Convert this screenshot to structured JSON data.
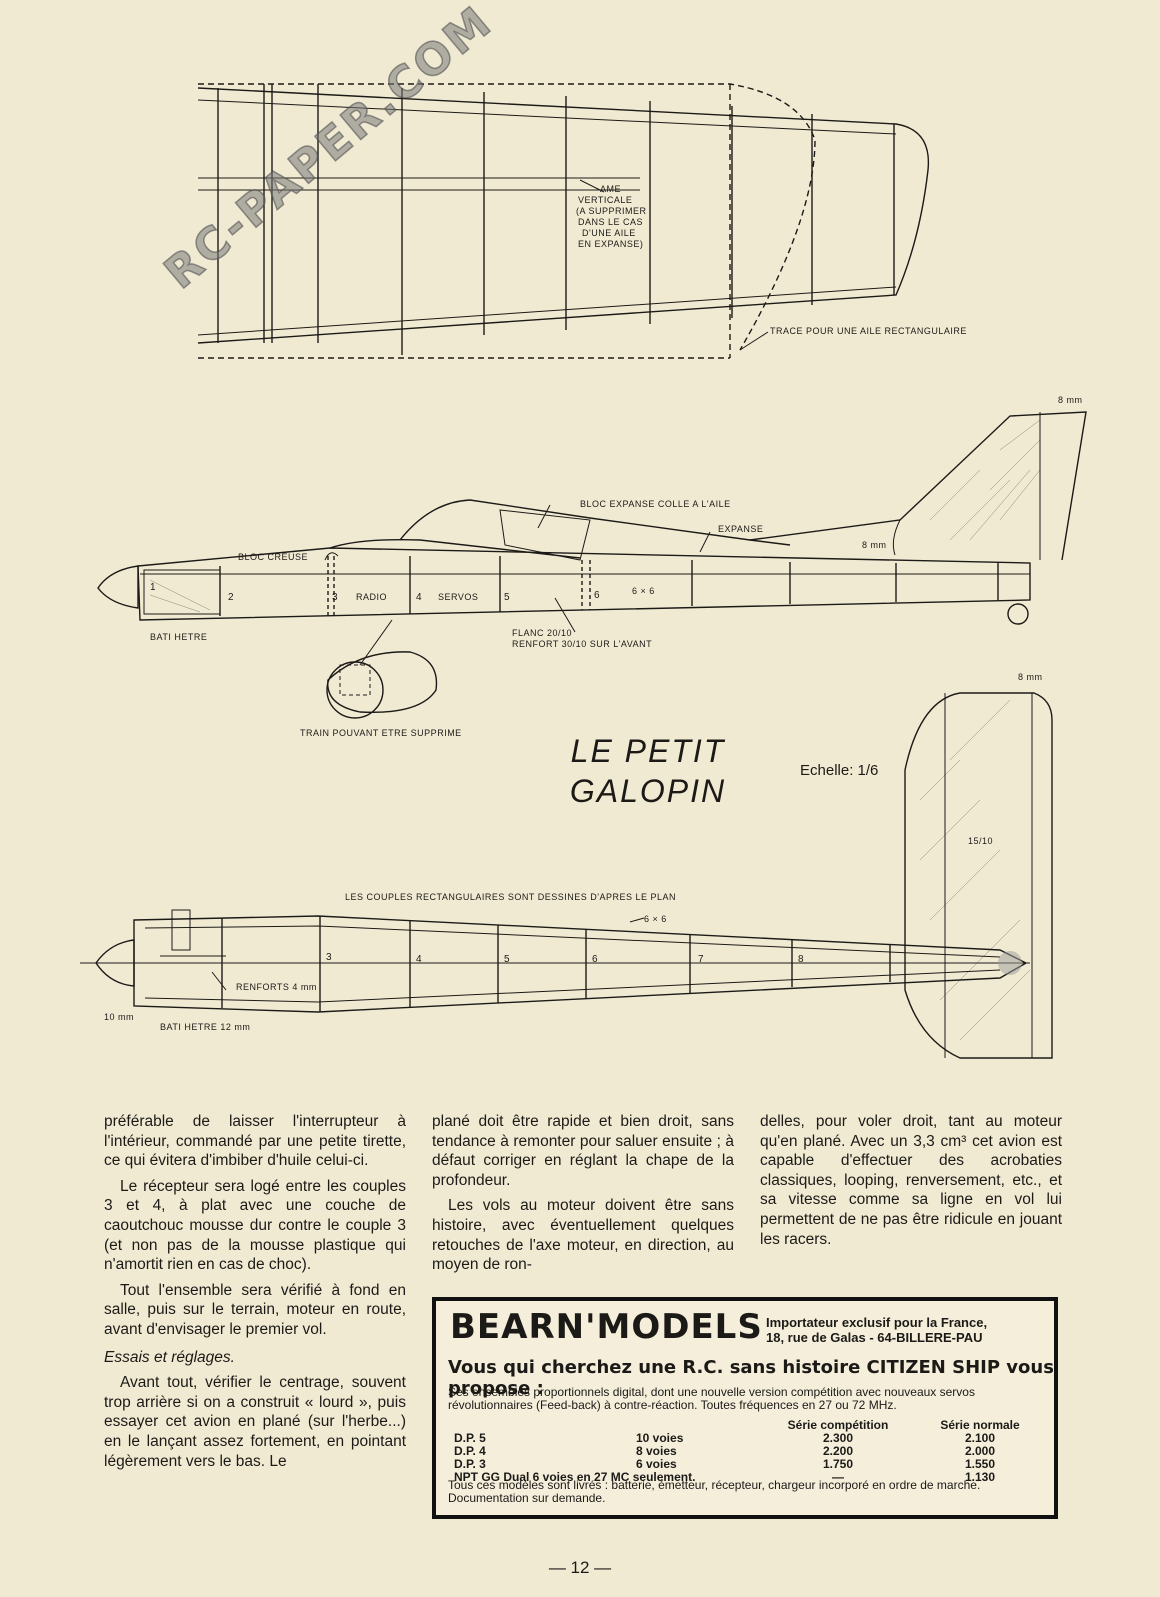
{
  "watermark": "RC-PAPER.COM",
  "labels": {
    "ame": [
      "AME",
      "VERTICALE",
      "(A SUPPRIMER",
      "DANS LE CAS",
      "D'UNE AILE",
      "EN EXPANSE)"
    ],
    "trace": "TRACE POUR UNE AILE RECTANGULAIRE",
    "mm8_top": "8 mm",
    "bloc_expanse": "BLOC EXPANSE COLLE A L'AILE",
    "expanse": "EXPANSE",
    "mm8_fin": "8 mm",
    "bloc_creuse": "BLOC CREUSE",
    "radio": "RADIO",
    "servos": "SERVOS",
    "six_x_six": "6 × 6",
    "bati_hetre": "BATI HETRE",
    "flanc": "FLANC 20/10",
    "renfort": "RENFORT 30/10 SUR L'AVANT",
    "train": "TRAIN POUVANT ETRE SUPPRIME",
    "mm8_tail": "8 mm",
    "fifteen_ten": "15/10",
    "couples_note": "LES COUPLES RECTANGULAIRES SONT DESSINES D'APRES LE PLAN",
    "six_x_six_top": "6 × 6",
    "renforts": "RENFORTS 4 mm",
    "mm10": "10 mm",
    "bati_hetre_12": "BATI HETRE 12 mm",
    "side_nums": [
      "1",
      "2",
      "3",
      "4",
      "5",
      "6"
    ],
    "top_nums": [
      "3",
      "4",
      "5",
      "6",
      "7",
      "8"
    ]
  },
  "title": {
    "line1": "LE PETIT",
    "line2": "GALOPIN"
  },
  "scale": "Echelle: 1/6",
  "col1": {
    "p1": "préférable de laisser l'interrupteur à l'intérieur, commandé par une petite tirette, ce qui évitera d'imbiber d'huile celui-ci.",
    "p2": "Le récepteur sera logé entre les couples 3 et 4, à plat avec une couche de caoutchouc mousse dur contre le couple 3 (et non pas de la mousse plastique qui n'amortit rien en cas de choc).",
    "p3": "Tout l'ensemble sera vérifié à fond en salle, puis sur le terrain, moteur en route, avant d'envisager le premier vol.",
    "sub": "Essais et réglages.",
    "p4": "Avant tout, vérifier le centrage, souvent trop arrière si on a construit « lourd », puis essayer cet avion en plané (sur l'herbe...) en le lançant assez fortement, en pointant légèrement vers le bas. Le"
  },
  "col2": {
    "p1": "plané doit être rapide et bien droit, sans tendance à remonter pour saluer ensuite ; à défaut corriger en réglant la chape de la profondeur.",
    "p2": "Les vols au moteur doivent être sans histoire, avec éventuellement quelques retouches de l'axe moteur, en direction, au moyen de ron-"
  },
  "col3": {
    "p1": "delles, pour voler droit, tant au moteur qu'en plané. Avec un 3,3 cm³ cet avion est capable d'effectuer des acrobaties classiques, looping, renversement, etc., et sa vitesse comme sa ligne en vol lui permettent de ne pas être ridicule en jouant les racers."
  },
  "ad": {
    "brand": "BEARN'MODELS",
    "addr1": "Importateur exclusif pour la France,",
    "addr2": "18, rue de Galas - 64-BILLERE-PAU",
    "tagline": "Vous qui cherchez une R.C. sans histoire CITIZEN SHIP vous propose :",
    "text": "Ses ensembles proportionnels digital, dont une nouvelle version compétition avec nouveaux servos révolutionnaires (Feed-back) à contre-réaction. Toutes fréquences en 27 ou 72 MHz.",
    "headers": [
      "",
      "",
      "Série compétition",
      "Série normale"
    ],
    "rows": [
      [
        "D.P. 5",
        "10 voies",
        "2.300",
        "2.100"
      ],
      [
        "D.P. 4",
        "8 voies",
        "2.200",
        "2.000"
      ],
      [
        "D.P. 3",
        "6 voies",
        "1.750",
        "1.550"
      ],
      [
        "NPT GG Dual 6 voies en 27 MC seulement.",
        "",
        "—",
        "1.130"
      ]
    ],
    "footer": "Tous ces modèles sont livrés : batterie, émetteur, récepteur, chargeur incorporé en ordre de marche. Documentation sur demande."
  },
  "page_number": "— 12 —"
}
